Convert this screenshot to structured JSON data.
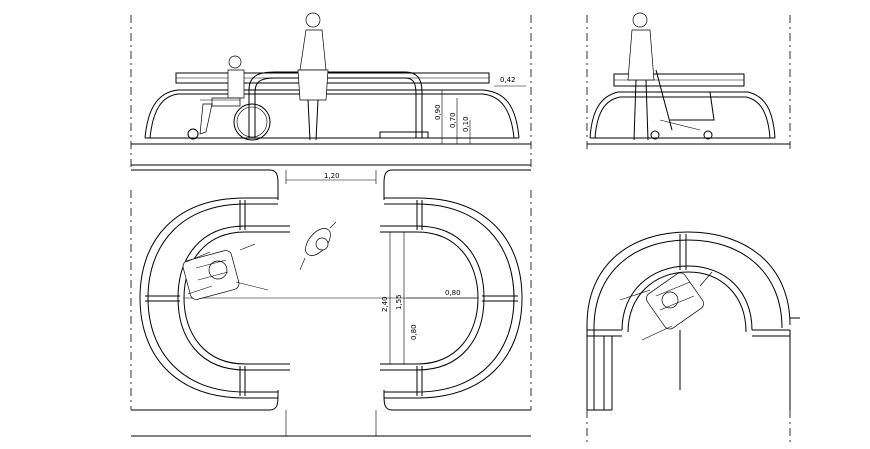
{
  "dimensions": {
    "elevation_overhang": "0,42",
    "elevation_h1": "0,90",
    "elevation_h2": "0,70",
    "elevation_h3": "0,10",
    "plan_top_width": "1,20",
    "plan_depth_total": "2,40",
    "plan_depth_partial": "1,55",
    "plan_radius": "0,80",
    "plan_lower": "0,80"
  }
}
